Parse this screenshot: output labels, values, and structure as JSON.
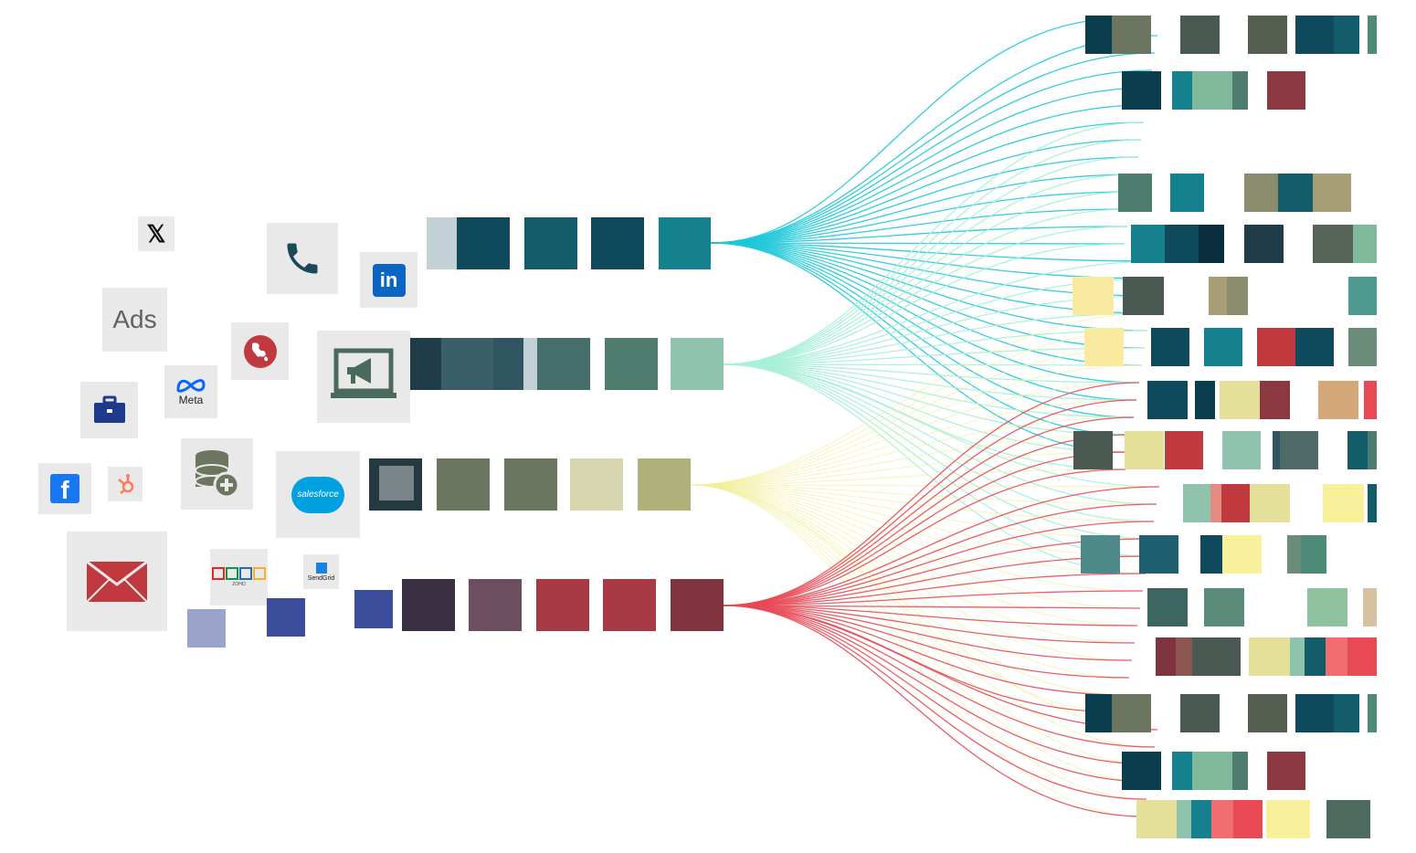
{
  "source_icons": [
    {
      "name": "x-twitter-icon",
      "text": "𝕏"
    },
    {
      "name": "google-ads-icon",
      "text": "Ads"
    },
    {
      "name": "phone-icon"
    },
    {
      "name": "linkedin-icon",
      "text": "in"
    },
    {
      "name": "globe-icon"
    },
    {
      "name": "meta-icon",
      "text": "Meta"
    },
    {
      "name": "briefcase-icon"
    },
    {
      "name": "megaphone-laptop-icon"
    },
    {
      "name": "database-add-icon"
    },
    {
      "name": "facebook-icon",
      "text": "f"
    },
    {
      "name": "hubspot-icon"
    },
    {
      "name": "salesforce-icon",
      "text": "salesforce"
    },
    {
      "name": "email-icon"
    },
    {
      "name": "zoho-icon",
      "text": "ZOHO"
    },
    {
      "name": "sendgrid-icon",
      "text": "SendGrid"
    }
  ],
  "streams": [
    {
      "name": "teal",
      "color": "#1ec8d8"
    },
    {
      "name": "mint",
      "color": "#a8f0d8"
    },
    {
      "name": "yellow",
      "color": "#f4f0a0"
    },
    {
      "name": "red",
      "color": "#e84a55"
    }
  ],
  "palette": {
    "teal_dark": "#0e4a5c",
    "teal": "#15818f",
    "slate": "#4d6b6a",
    "sage": "#6b7560",
    "olive": "#b0b07a",
    "cream": "#d8d6b0",
    "crimson": "#a83a46",
    "maroon": "#7f3440",
    "navy": "#3b4d9a",
    "yellow": "#faeaa0",
    "mint": "#8fc3ad"
  }
}
